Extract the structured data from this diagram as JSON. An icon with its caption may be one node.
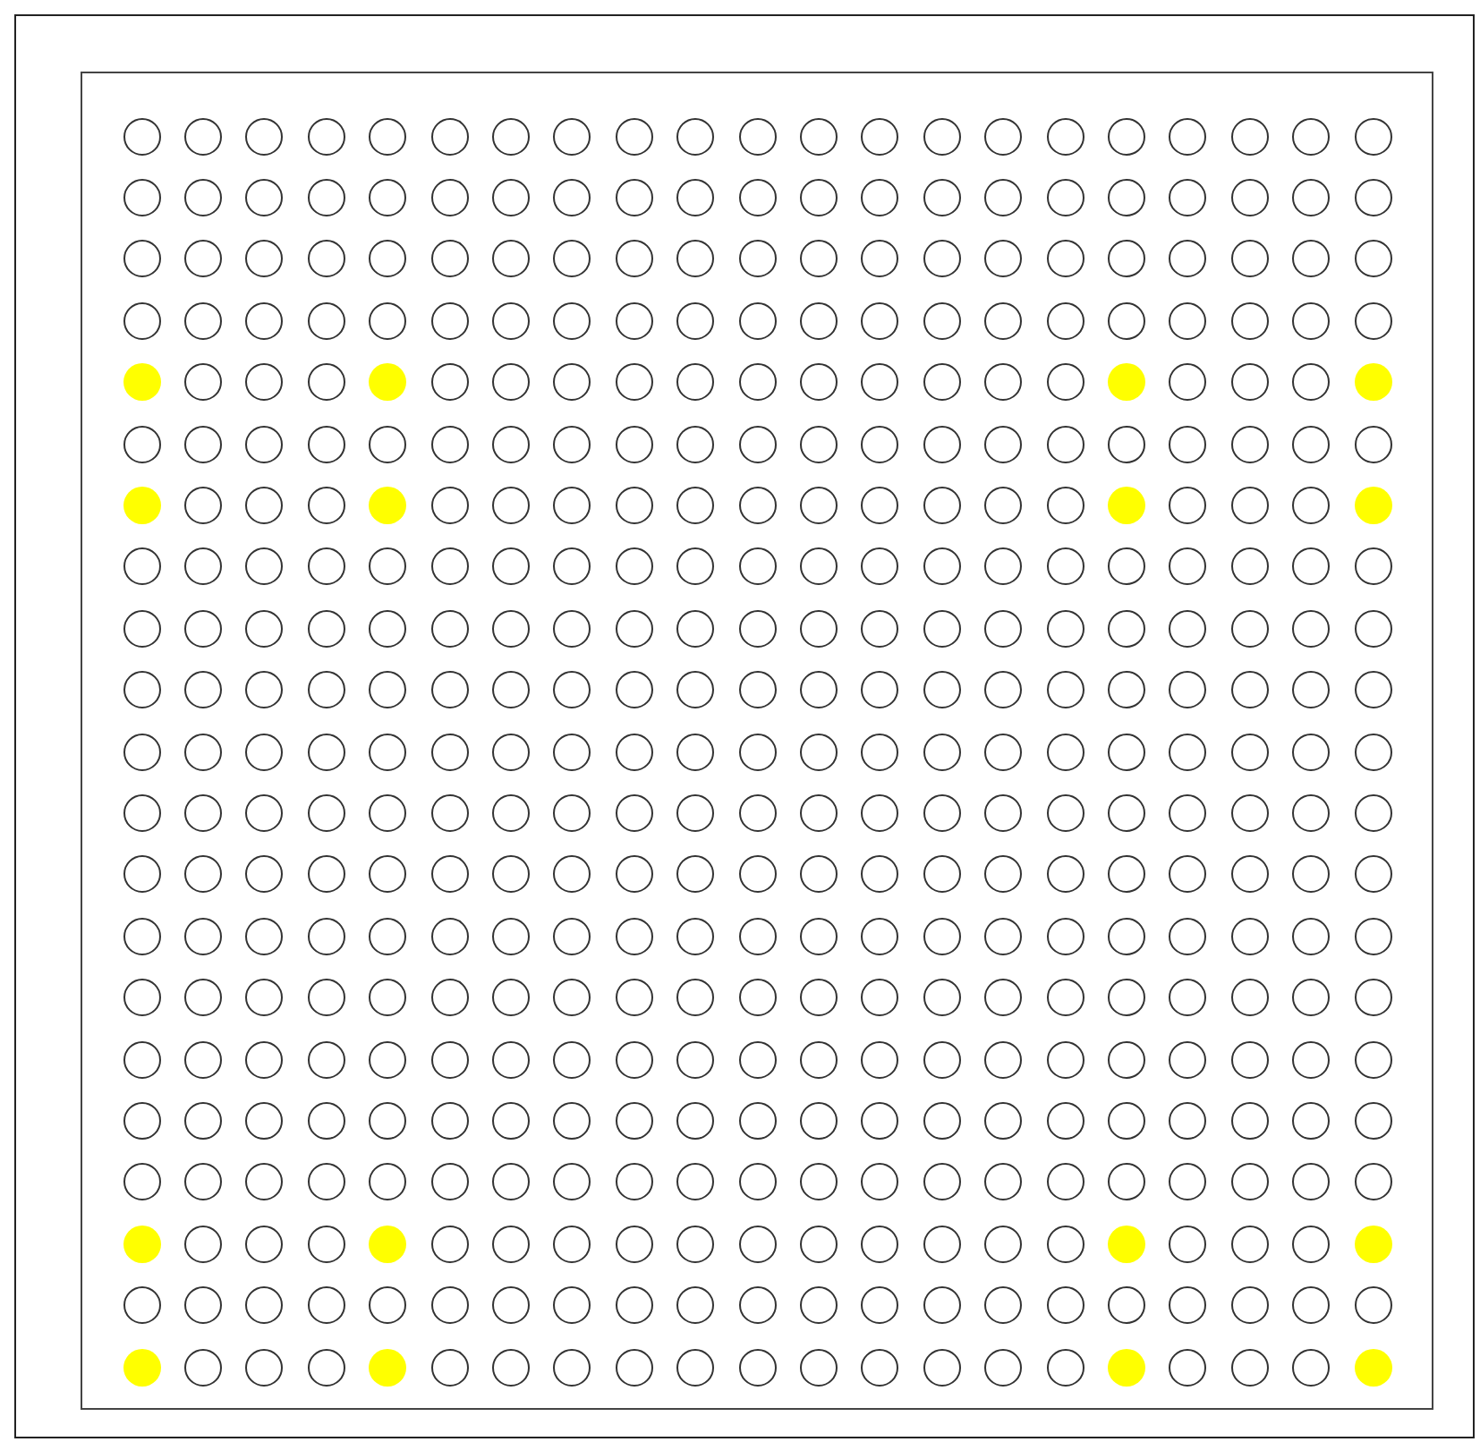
{
  "diagram": {
    "nodes": [
      {
        "text": [],
        "shape": "box"
      },
      {
        "text": [],
        "shape": "circle",
        "in": 0
      },
      {
        "text": [],
        "shape": "circle",
        "in": 0
      },
      {
        "text": [],
        "shape": "circle",
        "in": 0
      },
      {
        "text": [],
        "shape": "circle",
        "in": 0
      },
      {
        "text": [],
        "shape": "circle",
        "in": 0
      },
      {
        "text": [],
        "shape": "circle",
        "in": 0
      },
      {
        "text": [],
        "shape": "circle",
        "in": 0
      },
      {
        "text": [],
        "shape": "circle",
        "in": 0
      },
      {
        "text": [],
        "shape": "circle",
        "in": 0
      },
      {
        "text": [],
        "shape": "circle",
        "in": 0
      },
      {
        "text": [],
        "shape": "circle",
        "in": 0
      },
      {
        "text": [],
        "shape": "circle",
        "in": 0
      },
      {
        "text": [],
        "shape": "circle",
        "in": 0
      },
      {
        "text": [],
        "shape": "circle",
        "in": 0
      },
      {
        "text": [],
        "shape": "circle",
        "in": 0
      },
      {
        "text": [],
        "shape": "circle",
        "in": 0
      },
      {
        "text": [],
        "shape": "circle",
        "in": 0
      },
      {
        "text": [],
        "shape": "circle",
        "in": 0
      },
      {
        "text": [],
        "shape": "circle",
        "in": 0
      },
      {
        "text": [],
        "shape": "circle",
        "in": 0
      },
      {
        "text": [],
        "shape": "circle",
        "in": 0
      },
      {
        "text": [],
        "shape": "circle",
        "in": 0
      },
      {
        "text": [],
        "shape": "circle",
        "in": 0
      },
      {
        "text": [],
        "shape": "circle",
        "in": 0
      },
      {
        "text": [],
        "shape": "circle",
        "in": 0
      },
      {
        "text": [],
        "shape": "circle",
        "in": 0
      },
      {
        "text": [],
        "shape": "circle",
        "in": 0
      },
      {
        "text": [],
        "shape": "circle",
        "in": 0
      },
      {
        "text": [],
        "shape": "circle",
        "in": 0
      },
      {
        "text": [],
        "shape": "circle",
        "in": 0
      },
      {
        "text": [],
        "shape": "circle",
        "in": 0
      },
      {
        "text": [],
        "shape": "circle",
        "in": 0
      },
      {
        "text": [],
        "shape": "circle",
        "in": 0
      },
      {
        "text": [],
        "shape": "circle",
        "in": 0
      },
      {
        "text": [],
        "shape": "circle",
        "in": 0
      },
      {
        "text": [],
        "shape": "circle",
        "in": 0
      },
      {
        "text": [],
        "shape": "circle",
        "in": 0
      },
      {
        "text": [],
        "shape": "circle",
        "in": 0
      },
      {
        "text": [],
        "shape": "circle",
        "in": 0
      },
      {
        "text": [],
        "shape": "circle",
        "in": 0
      },
      {
        "text": [],
        "shape": "circle",
        "in": 0
      },
      {
        "text": [],
        "shape": "circle",
        "in": 0
      },
      {
        "text": [],
        "shape": "circle",
        "in": 0
      },
      {
        "text": [],
        "shape": "circle",
        "in": 0
      },
      {
        "text": [],
        "shape": "circle",
        "in": 0
      },
      {
        "text": [],
        "shape": "circle",
        "in": 0
      },
      {
        "text": [],
        "shape": "circle",
        "in": 0
      },
      {
        "text": [],
        "shape": "circle",
        "in": 0
      },
      {
        "text": [],
        "shape": "circle",
        "in": 0
      },
      {
        "text": [],
        "shape": "circle",
        "in": 0
      },
      {
        "text": [],
        "shape": "circle",
        "in": 0
      },
      {
        "text": [],
        "shape": "circle",
        "in": 0
      },
      {
        "text": [],
        "shape": "circle",
        "in": 0
      },
      {
        "text": [],
        "shape": "circle",
        "in": 0
      },
      {
        "text": [],
        "shape": "circle",
        "in": 0
      },
      {
        "text": [],
        "shape": "circle",
        "in": 0
      },
      {
        "text": [],
        "shape": "circle",
        "in": 0
      },
      {
        "text": [],
        "shape": "circle",
        "in": 0
      },
      {
        "text": [],
        "shape": "circle",
        "in": 0
      },
      {
        "text": [],
        "shape": "circle",
        "in": 0
      },
      {
        "text": [],
        "shape": "circle",
        "in": 0
      },
      {
        "text": [],
        "shape": "circle",
        "in": 0
      },
      {
        "text": [],
        "shape": "circle",
        "in": 0
      },
      {
        "text": [],
        "shape": "circle",
        "in": 0
      },
      {
        "text": [],
        "shape": "circle",
        "in": 0
      },
      {
        "text": [],
        "shape": "circle",
        "in": 0
      },
      {
        "text": [],
        "shape": "circle",
        "in": 0
      },
      {
        "text": [],
        "shape": "circle",
        "in": 0
      },
      {
        "text": [],
        "shape": "circle",
        "in": 0
      },
      {
        "text": [],
        "shape": "circle",
        "in": 0
      },
      {
        "text": [],
        "shape": "circle",
        "in": 0
      },
      {
        "text": [],
        "shape": "circle",
        "in": 0
      },
      {
        "text": [],
        "shape": "circle",
        "in": 0
      },
      {
        "text": [],
        "shape": "circle",
        "in": 0
      },
      {
        "text": [],
        "shape": "circle",
        "in": 0
      },
      {
        "text": [],
        "shape": "circle",
        "in": 0
      },
      {
        "text": [],
        "shape": "circle",
        "in": 0
      },
      {
        "text": [],
        "shape": "circle",
        "in": 0
      },
      {
        "text": [],
        "shape": "circle",
        "in": 0
      },
      {
        "text": [],
        "shape": "circle",
        "in": 0
      },
      {
        "text": [],
        "shape": "circle",
        "in": 0
      },
      {
        "text": [],
        "shape": "circle",
        "in": 0
      },
      {
        "text": [],
        "shape": "circle",
        "in": 0
      },
      {
        "text": [],
        "shape": "circle",
        "in": 0
      },
      {
        "text": [],
        "shape": "circle",
        "in": 0
      },
      {
        "text": [],
        "shape": "circle",
        "in": 0
      },
      {
        "text": [],
        "shape": "circle",
        "in": 0
      },
      {
        "text": [],
        "shape": "circle",
        "in": 0
      },
      {
        "text": [],
        "shape": "circle",
        "in": 0
      },
      {
        "text": [],
        "shape": "circle",
        "in": 0
      },
      {
        "text": [],
        "shape": "circle",
        "in": 0
      },
      {
        "text": [],
        "shape": "circle",
        "in": 0
      },
      {
        "text": [],
        "shape": "circle",
        "in": 0
      },
      {
        "text": [],
        "shape": "circle",
        "in": 0
      },
      {
        "text": [],
        "shape": "circle",
        "in": 0
      },
      {
        "text": [],
        "shape": "circle",
        "in": 0
      },
      {
        "text": [],
        "shape": "circle",
        "in": 0
      },
      {
        "text": [],
        "shape": "circle",
        "in": 0
      },
      {
        "text": [],
        "shape": "circle",
        "in": 0
      },
      {
        "text": [],
        "shape": "circle",
        "in": 0
      },
      {
        "text": [],
        "shape": "circle",
        "in": 0
      },
      {
        "text": [],
        "shape": "circle",
        "in": 0
      },
      {
        "text": [],
        "shape": "circle",
        "in": 0
      },
      {
        "text": [],
        "shape": "circle",
        "in": 0
      },
      {
        "text": [],
        "shape": "circle",
        "in": 0
      },
      {
        "text": [],
        "shape": "circle",
        "in": 0
      },
      {
        "text": [],
        "shape": "circle",
        "in": 0
      },
      {
        "text": [],
        "shape": "circle",
        "in": 0
      },
      {
        "text": [],
        "shape": "circle",
        "in": 0
      },
      {
        "text": [],
        "shape": "circle",
        "in": 0
      },
      {
        "text": [],
        "shape": "circle",
        "in": 0
      },
      {
        "text": [],
        "shape": "circle",
        "in": 0
      },
      {
        "text": [],
        "shape": "circle",
        "in": 0
      },
      {
        "text": [],
        "shape": "circle",
        "in": 0
      },
      {
        "text": [],
        "shape": "circle",
        "in": 0
      },
      {
        "text": [],
        "shape": "circle",
        "in": 0
      },
      {
        "text": [],
        "shape": "circle",
        "in": 0
      },
      {
        "text": [],
        "shape": "circle",
        "in": 0
      },
      {
        "text": [],
        "shape": "circle",
        "in": 0
      },
      {
        "text": [],
        "shape": "circle",
        "in": 0
      },
      {
        "text": [],
        "shape": "circle",
        "in": 0
      },
      {
        "text": [],
        "shape": "circle",
        "in": 0
      },
      {
        "text": [],
        "shape": "circle",
        "in": 0
      },
      {
        "text": [],
        "shape": "circle",
        "in": 0
      },
      {
        "text": [],
        "shape": "circle",
        "in": 0
      },
      {
        "text": [],
        "shape": "circle",
        "in": 0
      },
      {
        "text": [],
        "shape": "circle",
        "in": 0
      },
      {
        "text": [],
        "shape": "circle",
        "in": 0
      },
      {
        "text": [],
        "shape": "circle",
        "in": 0
      },
      {
        "text": [],
        "shape": "circle",
        "in": 0
      },
      {
        "text": [],
        "shape": "circle",
        "in": 0
      },
      {
        "text": [],
        "shape": "circle",
        "in": 0
      },
      {
        "text": [],
        "shape": "circle",
        "in": 0
      },
      {
        "text": [],
        "shape": "circle",
        "in": 0
      },
      {
        "text": [],
        "shape": "circle",
        "in": 0
      },
      {
        "text": [],
        "shape": "circle",
        "in": 0
      },
      {
        "text": [],
        "shape": "circle",
        "in": 0
      },
      {
        "text": [],
        "shape": "circle",
        "in": 0
      },
      {
        "text": [],
        "shape": "circle",
        "in": 0
      },
      {
        "text": [],
        "shape": "circle",
        "in": 0
      },
      {
        "text": [],
        "shape": "circle",
        "in": 0
      },
      {
        "text": [],
        "shape": "circle",
        "in": 0
      },
      {
        "text": [],
        "shape": "circle",
        "in": 0
      },
      {
        "text": [],
        "shape": "circle",
        "in": 0
      },
      {
        "text": [],
        "shape": "circle",
        "in": 0
      },
      {
        "text": [],
        "shape": "circle",
        "in": 0
      },
      {
        "text": [],
        "shape": "circle",
        "in": 0
      },
      {
        "text": [],
        "shape": "circle",
        "in": 0
      },
      {
        "text": [],
        "shape": "circle",
        "in": 0
      },
      {
        "text": [],
        "shape": "circle",
        "in": 0
      },
      {
        "text": [],
        "shape": "circle",
        "in": 0
      },
      {
        "text": [],
        "shape": "circle",
        "in": 0
      },
      {
        "text": [],
        "shape": "circle",
        "in": 0
      },
      {
        "text": [],
        "shape": "circle",
        "in": 0
      },
      {
        "text": [],
        "shape": "circle",
        "in": 0
      },
      {
        "text": [],
        "shape": "circle",
        "in": 0
      },
      {
        "text": [],
        "shape": "circle",
        "in": 0
      },
      {
        "text": [],
        "shape": "circle",
        "in": 0
      },
      {
        "text": [],
        "shape": "circle",
        "in": 0
      },
      {
        "text": [],
        "shape": "circle",
        "in": 0
      },
      {
        "text": [],
        "shape": "circle",
        "in": 0
      },
      {
        "text": [],
        "shape": "circle",
        "in": 0
      },
      {
        "text": [],
        "shape": "circle",
        "in": 0
      },
      {
        "text": [],
        "shape": "circle",
        "in": 0
      },
      {
        "text": [],
        "shape": "circle",
        "in": 0
      },
      {
        "text": [],
        "shape": "circle",
        "in": 0
      },
      {
        "text": [],
        "shape": "circle",
        "in": 0
      },
      {
        "text": [],
        "shape": "circle",
        "in": 0
      },
      {
        "text": [],
        "shape": "circle",
        "in": 0
      },
      {
        "text": [],
        "shape": "circle",
        "in": 0
      },
      {
        "text": [],
        "shape": "circle",
        "in": 0
      },
      {
        "text": [],
        "shape": "circle",
        "in": 0
      },
      {
        "text": [],
        "shape": "circle",
        "in": 0
      },
      {
        "text": [],
        "shape": "circle",
        "in": 0
      },
      {
        "text": [],
        "shape": "circle",
        "in": 0
      },
      {
        "text": [],
        "shape": "circle",
        "in": 0
      },
      {
        "text": [],
        "shape": "circle",
        "in": 0
      },
      {
        "text": [],
        "shape": "circle",
        "in": 0
      },
      {
        "text": [],
        "shape": "circle",
        "in": 0
      },
      {
        "text": [],
        "shape": "circle",
        "in": 0
      },
      {
        "text": [],
        "shape": "circle",
        "in": 0
      },
      {
        "text": [],
        "shape": "circle",
        "in": 0
      },
      {
        "text": [],
        "shape": "circle",
        "in": 0
      },
      {
        "text": [],
        "shape": "circle",
        "in": 0
      },
      {
        "text": [],
        "shape": "circle",
        "in": 0
      },
      {
        "text": [],
        "shape": "circle",
        "in": 0
      },
      {
        "text": [],
        "shape": "circle",
        "in": 0
      },
      {
        "text": [],
        "shape": "circle",
        "in": 0
      },
      {
        "text": [],
        "shape": "circle",
        "in": 0
      },
      {
        "text": [],
        "shape": "circle",
        "in": 0
      },
      {
        "text": [],
        "shape": "circle",
        "in": 0
      },
      {
        "text": [],
        "shape": "circle",
        "in": 0
      },
      {
        "text": [],
        "shape": "circle",
        "in": 0
      },
      {
        "text": [],
        "shape": "circle",
        "in": 0
      },
      {
        "text": [],
        "shape": "circle",
        "in": 0
      },
      {
        "text": [],
        "shape": "circle",
        "in": 0
      },
      {
        "text": [],
        "shape": "circle",
        "in": 0
      },
      {
        "text": [],
        "shape": "circle",
        "in": 0
      },
      {
        "text": [],
        "shape": "circle",
        "in": 0
      },
      {
        "text": [],
        "shape": "circle",
        "in": 0
      },
      {
        "text": [],
        "shape": "circle",
        "in": 0
      },
      {
        "text": [],
        "shape": "circle",
        "in": 0
      },
      {
        "text": [],
        "shape": "circle",
        "in": 0
      },
      {
        "text": [],
        "shape": "circle",
        "in": 0
      },
      {
        "text": [],
        "shape": "circle",
        "in": 0
      },
      {
        "text": [],
        "shape": "circle",
        "in": 0
      },
      {
        "text": [],
        "shape": "circle",
        "in": 0
      },
      {
        "text": [],
        "shape": "circle",
        "in": 0
      },
      {
        "text": [],
        "shape": "circle",
        "in": 0
      },
      {
        "text": [],
        "shape": "circle",
        "in": 0
      },
      {
        "text": [],
        "shape": "circle",
        "in": 0
      },
      {
        "text": [],
        "shape": "circle",
        "in": 0
      },
      {
        "text": [],
        "shape": "circle",
        "in": 0
      },
      {
        "text": [],
        "shape": "circle",
        "in": 0
      },
      {
        "text": [],
        "shape": "circle",
        "in": 0
      },
      {
        "text": [],
        "shape": "circle",
        "in": 0
      },
      {
        "text": [],
        "shape": "circle",
        "in": 0
      },
      {
        "text": [],
        "shape": "circle",
        "in": 0
      },
      {
        "text": [],
        "shape": "circle",
        "in": 0
      },
      {
        "text": [],
        "shape": "circle",
        "in": 0
      },
      {
        "text": [],
        "shape": "circle",
        "in": 0
      },
      {
        "text": [],
        "shape": "circle",
        "in": 0
      },
      {
        "text": [],
        "shape": "circle",
        "in": 0
      },
      {
        "text": [],
        "shape": "circle",
        "in": 0
      },
      {
        "text": [],
        "shape": "circle",
        "in": 0
      },
      {
        "text": [],
        "shape": "circle",
        "in": 0
      },
      {
        "text": [],
        "shape": "circle",
        "in": 0
      },
      {
        "text": [],
        "shape": "circle",
        "in": 0
      },
      {
        "text": [],
        "shape": "circle",
        "in": 0
      },
      {
        "text": [],
        "shape": "circle",
        "in": 0
      },
      {
        "text": [],
        "shape": "circle",
        "in": 0
      },
      {
        "text": [],
        "shape": "circle",
        "in": 0
      },
      {
        "text": [],
        "shape": "circle",
        "in": 0
      },
      {
        "text": [],
        "shape": "circle",
        "in": 0
      },
      {
        "text": [],
        "shape": "circle",
        "in": 0
      },
      {
        "text": [],
        "shape": "circle",
        "in": 0
      },
      {
        "text": [],
        "shape": "circle",
        "in": 0
      },
      {
        "text": [],
        "shape": "circle",
        "in": 0
      },
      {
        "text": [],
        "shape": "circle",
        "in": 0
      },
      {
        "text": [],
        "shape": "circle",
        "in": 0
      },
      {
        "text": [],
        "shape": "circle",
        "in": 0
      },
      {
        "text": [],
        "shape": "circle",
        "in": 0
      },
      {
        "text": [],
        "shape": "circle",
        "in": 0
      },
      {
        "text": [],
        "shape": "circle",
        "in": 0
      },
      {
        "text": [],
        "shape": "circle",
        "in": 0
      },
      {
        "text": [],
        "shape": "circle",
        "in": 0
      },
      {
        "text": [],
        "shape": "circle",
        "in": 0
      },
      {
        "text": [],
        "shape": "circle",
        "in": 0
      },
      {
        "text": [],
        "shape": "circle",
        "in": 0
      },
      {
        "text": [],
        "shape": "circle",
        "in": 0
      },
      {
        "text": [],
        "shape": "circle",
        "in": 0
      },
      {
        "text": [],
        "shape": "circle",
        "in": 0
      },
      {
        "text": [],
        "shape": "circle",
        "in": 0
      },
      {
        "text": [],
        "shape": "circle",
        "in": 0
      },
      {
        "text": [],
        "shape": "circle",
        "in": 0
      },
      {
        "text": [],
        "shape": "circle",
        "in": 0
      },
      {
        "text": [],
        "shape": "circle",
        "in": 0
      },
      {
        "text": [],
        "shape": "circle",
        "in": 0
      },
      {
        "text": [],
        "shape": "circle",
        "in": 0
      },
      {
        "text": [],
        "shape": "circle",
        "in": 0
      },
      {
        "text": [],
        "shape": "circle",
        "in": 0
      },
      {
        "text": [],
        "shape": "circle",
        "in": 0
      },
      {
        "text": [],
        "shape": "circle",
        "in": 0
      },
      {
        "text": [],
        "shape": "circle",
        "in": 0
      },
      {
        "text": [],
        "shape": "circle",
        "in": 0
      },
      {
        "text": [],
        "shape": "circle",
        "in": 0
      },
      {
        "text": [],
        "shape": "circle",
        "in": 0
      },
      {
        "text": [],
        "shape": "circle",
        "in": 0
      },
      {
        "text": [],
        "shape": "circle",
        "in": 0
      },
      {
        "text": [],
        "shape": "circle",
        "in": 0
      },
      {
        "text": [],
        "shape": "circle",
        "in": 0
      },
      {
        "text": [],
        "shape": "circle",
        "in": 0
      },
      {
        "text": [],
        "shape": "circle",
        "in": 0
      },
      {
        "text": [],
        "shape": "circle",
        "in": 0
      },
      {
        "text": [],
        "shape": "circle",
        "in": 0
      },
      {
        "text": [],
        "shape": "circle",
        "in": 0
      },
      {
        "text": [],
        "shape": "circle",
        "in": 0
      },
      {
        "text": [],
        "shape": "circle",
        "in": 0
      },
      {
        "text": [],
        "shape": "circle",
        "in": 0
      },
      {
        "text": [],
        "shape": "circle",
        "in": 0
      },
      {
        "text": [],
        "shape": "circle",
        "in": 0
      },
      {
        "text": [],
        "shape": "circle",
        "in": 0
      },
      {
        "text": [],
        "shape": "circle",
        "in": 0
      },
      {
        "text": [],
        "shape": "circle",
        "in": 0
      },
      {
        "text": [],
        "shape": "circle",
        "in": 0
      },
      {
        "text": [],
        "shape": "circle",
        "in": 0
      },
      {
        "text": [],
        "shape": "circle",
        "in": 0
      },
      {
        "text": [],
        "shape": "circle",
        "in": 0
      },
      {
        "text": [],
        "shape": "circle",
        "in": 0
      },
      {
        "text": [],
        "shape": "circle",
        "in": 0
      },
      {
        "text": [],
        "shape": "circle",
        "in": 0
      },
      {
        "text": [],
        "shape": "circle",
        "in": 0
      },
      {
        "text": [],
        "shape": "circle",
        "in": 0
      },
      {
        "text": [],
        "shape": "circle",
        "in": 0
      },
      {
        "text": [],
        "shape": "circle",
        "in": 0
      },
      {
        "text": [],
        "shape": "circle",
        "in": 0
      },
      {
        "text": [],
        "shape": "circle",
        "in": 0
      },
      {
        "text": [],
        "shape": "circle",
        "in": 0
      },
      {
        "text": [],
        "shape": "circle",
        "in": 0
      },
      {
        "text": [],
        "shape": "circle",
        "in": 0
      },
      {
        "text": [],
        "shape": "circle",
        "in": 0
      },
      {
        "text": [],
        "shape": "circle",
        "in": 0
      },
      {
        "text": [],
        "shape": "circle",
        "in": 0
      },
      {
        "text": [],
        "shape": "circle",
        "in": 0
      },
      {
        "text": [],
        "shape": "circle",
        "in": 0
      },
      {
        "text": [],
        "shape": "circle",
        "in": 0
      },
      {
        "text": [],
        "shape": "circle",
        "in": 0
      },
      {
        "text": [],
        "shape": "circle",
        "in": 0
      },
      {
        "text": [],
        "shape": "circle",
        "in": 0
      },
      {
        "text": [],
        "shape": "circle",
        "in": 0
      },
      {
        "text": [],
        "shape": "circle",
        "in": 0
      },
      {
        "text": [],
        "shape": "circle",
        "in": 0
      },
      {
        "text": [],
        "shape": "circle",
        "in": 0
      },
      {
        "text": [],
        "shape": "circle",
        "in": 0
      },
      {
        "text": [],
        "shape": "circle",
        "in": 0
      },
      {
        "text": [],
        "shape": "circle",
        "in": 0
      },
      {
        "text": [],
        "shape": "circle",
        "in": 0
      },
      {
        "text": [],
        "shape": "circle",
        "in": 0
      },
      {
        "text": [],
        "shape": "circle",
        "in": 0
      },
      {
        "text": [],
        "shape": "circle",
        "in": 0
      },
      {
        "text": [],
        "shape": "circle",
        "in": 0
      },
      {
        "text": [],
        "shape": "circle",
        "in": 0
      },
      {
        "text": [],
        "shape": "circle",
        "in": 0
      },
      {
        "text": [],
        "shape": "circle",
        "in": 0
      },
      {
        "text": [],
        "shape": "circle",
        "in": 0
      },
      {
        "text": [],
        "shape": "circle",
        "in": 0
      },
      {
        "text": [],
        "shape": "circle",
        "in": 0
      },
      {
        "text": [],
        "shape": "circle",
        "in": 0
      },
      {
        "text": [],
        "shape": "circle",
        "in": 0
      },
      {
        "text": [],
        "shape": "circle",
        "in": 0
      },
      {
        "text": [],
        "shape": "circle",
        "in": 0
      },
      {
        "text": [],
        "shape": "circle",
        "in": 0
      },
      {
        "text": [],
        "shape": "circle",
        "in": 0
      },
      {
        "text": [],
        "shape": "circle",
        "in": 0
      },
      {
        "text": [],
        "shape": "circle",
        "in": 0
      },
      {
        "text": [],
        "shape": "circle",
        "in": 0
      },
      {
        "text": [],
        "shape": "circle",
        "in": 0
      },
      {
        "text": [],
        "shape": "circle",
        "in": 0
      },
      {
        "text": [],
        "shape": "circle",
        "in": 0
      },
      {
        "text": [],
        "shape": "circle",
        "in": 0
      },
      {
        "text": [],
        "shape": "circle",
        "in": 0
      },
      {
        "text": [],
        "shape": "circle",
        "in": 0
      },
      {
        "text": [],
        "shape": "circle",
        "in": 0
      },
      {
        "text": [],
        "shape": "circle",
        "in": 0
      },
      {
        "text": [],
        "shape": "circle",
        "in": 0
      },
      {
        "text": [],
        "shape": "circle",
        "in": 0
      },
      {
        "text": [],
        "shape": "circle",
        "in": 0
      },
      {
        "text": [],
        "shape": "circle",
        "in": 0
      },
      {
        "text": [],
        "shape": "circle",
        "in": 0
      },
      {
        "text": [],
        "shape": "circle",
        "in": 0
      },
      {
        "text": [],
        "shape": "circle",
        "in": 0
      },
      {
        "text": [],
        "shape": "circle",
        "in": 0
      },
      {
        "text": [],
        "shape": "circle",
        "in": 0
      },
      {
        "text": [],
        "shape": "circle",
        "in": 0
      },
      {
        "text": [],
        "shape": "circle",
        "in": 0
      },
      {
        "text": [],
        "shape": "circle",
        "in": 0
      },
      {
        "text": [],
        "shape": "circle",
        "in": 0
      },
      {
        "text": [],
        "shape": "circle",
        "in": 0
      },
      {
        "text": [],
        "shape": "circle",
        "in": 0
      },
      {
        "text": [],
        "shape": "circle",
        "in": 0
      },
      {
        "text": [],
        "shape": "circle",
        "in": 0
      },
      {
        "text": [],
        "shape": "circle",
        "in": 0
      },
      {
        "text": [],
        "shape": "circle",
        "in": 0
      },
      {
        "text": [],
        "shape": "circle",
        "in": 0
      },
      {
        "text": [],
        "shape": "circle",
        "in": 0
      },
      {
        "text": [],
        "shape": "circle",
        "in": 0
      },
      {
        "text": [],
        "shape": "circle",
        "in": 0
      },
      {
        "text": [],
        "shape": "circle",
        "in": 0
      },
      {
        "text": [],
        "shape": "circle",
        "in": 0
      },
      {
        "text": [],
        "shape": "circle",
        "in": 0
      },
      {
        "text": [],
        "shape": "circle",
        "in": 0
      },
      {
        "text": [],
        "shape": "circle",
        "in": 0
      },
      {
        "text": [],
        "shape": "circle",
        "in": 0
      },
      {
        "text": [],
        "shape": "circle",
        "in": 0
      },
      {
        "text": [],
        "shape": "circle",
        "in": 0
      },
      {
        "text": [],
        "shape": "circle",
        "in": 0
      },
      {
        "text": [],
        "shape": "circle",
        "in": 0
      },
      {
        "text": [],
        "shape": "circle",
        "in": 0
      },
      {
        "text": [],
        "shape": "circle",
        "in": 0
      },
      {
        "text": [],
        "shape": "circle",
        "in": 0
      },
      {
        "text": [],
        "shape": "circle",
        "in": 0
      },
      {
        "text": [],
        "shape": "circle",
        "in": 0
      },
      {
        "text": [],
        "shape": "circle",
        "in": 0
      },
      {
        "text": [],
        "shape": "circle",
        "in": 0
      },
      {
        "text": [],
        "shape": "circle",
        "in": 0
      },
      {
        "text": [],
        "shape": "circle",
        "in": 0
      },
      {
        "text": [],
        "shape": "circle",
        "in": 0
      },
      {
        "text": [],
        "shape": "circle",
        "in": 0
      },
      {
        "text": [],
        "shape": "circle",
        "in": 0
      },
      {
        "text": [],
        "shape": "circle",
        "in": 0
      },
      {
        "text": [],
        "shape": "circle",
        "in": 0
      },
      {
        "text": [],
        "shape": "circle",
        "in": 0
      },
      {
        "text": [],
        "shape": "circle",
        "in": 0
      },
      {
        "text": [],
        "shape": "circle",
        "in": 0
      },
      {
        "text": [],
        "shape": "circle",
        "in": 0
      },
      {
        "text": [],
        "shape": "circle",
        "in": 0
      },
      {
        "text": [],
        "shape": "circle",
        "in": 0
      },
      {
        "text": [],
        "shape": "circle",
        "in": 0
      },
      {
        "text": [],
        "shape": "circle",
        "in": 0
      },
      {
        "text": [],
        "shape": "circle",
        "in": 0
      },
      {
        "text": [],
        "shape": "circle",
        "in": 0
      },
      {
        "text": [],
        "shape": "circle",
        "in": 0
      },
      {
        "text": [],
        "shape": "circle",
        "in": 0
      },
      {
        "text": [],
        "shape": "circle",
        "in": 0
      },
      {
        "text": [],
        "shape": "circle",
        "in": 0
      },
      {
        "text": [],
        "shape": "circle",
        "in": 0
      },
      {
        "text": [],
        "shape": "circle",
        "in": 0
      },
      {
        "text": [],
        "shape": "circle",
        "in": 0
      },
      {
        "text": [],
        "shape": "circle",
        "in": 0
      },
      {
        "text": [],
        "shape": "circle",
        "in": 0
      },
      {
        "text": [],
        "shape": "circle",
        "in": 0
      },
      {
        "text": [],
        "shape": "circle",
        "in": 0
      },
      {
        "text": [],
        "shape": "circle",
        "in": 0
      },
      {
        "text": [],
        "shape": "circle",
        "in": 0
      },
      {
        "text": [],
        "shape": "circle",
        "in": 0
      },
      {
        "text": [],
        "shape": "circle",
        "in": 0
      },
      {
        "text": [],
        "shape": "circle",
        "in": 0
      },
      {
        "text": [],
        "shape": "circle",
        "in": 0
      },
      {
        "text": [],
        "shape": "circle",
        "in": 0
      },
      {
        "text": [],
        "shape": "circle",
        "in": 0
      },
      {
        "text": [],
        "shape": "circle",
        "in": 0
      },
      {
        "text": [],
        "shape": "circle",
        "in": 0
      },
      {
        "text": [],
        "shape": "circle",
        "in": 0
      },
      {
        "text": [],
        "shape": "circle",
        "in": 0
      },
      {
        "text": [],
        "shape": "circle",
        "in": 0
      },
      {
        "text": [],
        "shape": "circle",
        "in": 0
      },
      {
        "text": [],
        "shape": "circle",
        "in": 0
      },
      {
        "text": [],
        "shape": "circle",
        "in": 0
      },
      {
        "text": [],
        "shape": "circle",
        "in": 0
      },
      {
        "text": [],
        "shape": "circle",
        "in": 0
      },
      {
        "text": [],
        "shape": "circle",
        "in": 0
      },
      {
        "text": [],
        "shape": "circle",
        "in": 0
      },
      {
        "text": [],
        "shape": "circle",
        "in": 0
      },
      {
        "text": [],
        "shape": "circle",
        "in": 0
      },
      {
        "text": [],
        "shape": "circle",
        "in": 0
      },
      {
        "text": [],
        "shape": "circle",
        "in": 0
      },
      {
        "text": [],
        "shape": "circle",
        "in": 0
      },
      {
        "text": [],
        "shape": "circle",
        "in": 0
      },
      {
        "text": [],
        "shape": "circle",
        "in": 0
      },
      {
        "text": [],
        "shape": "circle",
        "in": 0
      },
      {
        "text": [],
        "shape": "circle",
        "in": 0
      }
    ]
  }
}
